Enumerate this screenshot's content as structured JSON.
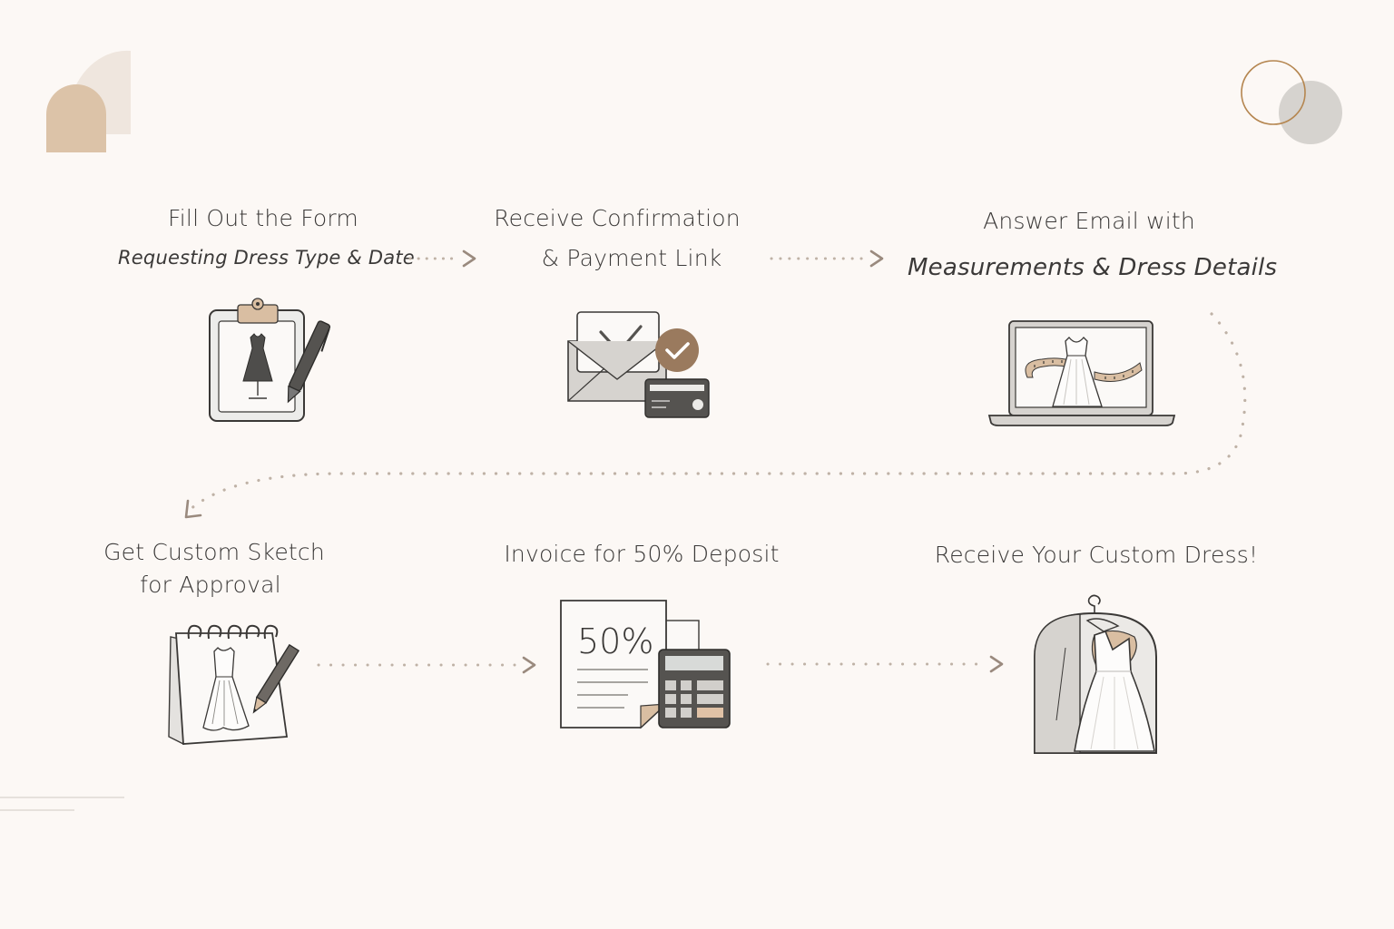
{
  "colors": {
    "background": "#fcf8f5",
    "accent_tan": "#dcc3a8",
    "accent_light": "#efe6de",
    "accent_brown": "#9a7a5e",
    "ring_gold": "#b58650",
    "circle_gray": "#d6d3cf",
    "dot_connector": "#bfb2a6",
    "icon_dark": "#555350",
    "icon_stroke": "#3a3836",
    "text": "#3b3938"
  },
  "steps": [
    {
      "id": 1,
      "title_line1": "Fill Out the Form",
      "title_line2": "Requesting Dress Type & Date",
      "icon": "clipboard-dress-pen-icon"
    },
    {
      "id": 2,
      "title_line1": "Receive Confirmation",
      "title_line2": "& Payment Link",
      "icon": "envelope-check-card-icon"
    },
    {
      "id": 3,
      "title_line1": "Answer Email with",
      "title_line2": "Measurements & Dress Details",
      "icon": "laptop-dress-measuring-tape-icon"
    },
    {
      "id": 4,
      "title_line1": "Get Custom Sketch",
      "title_line2": "for Approval",
      "icon": "sketchbook-dress-pencil-icon"
    },
    {
      "id": 5,
      "title_line1": "Invoice for 50% Deposit",
      "icon": "invoice-calculator-icon",
      "invoice_text": "50%"
    },
    {
      "id": 6,
      "title_line1": "Receive Your Custom Dress!",
      "icon": "garment-bag-dress-icon"
    }
  ],
  "connectors": [
    {
      "from": 1,
      "to": 2,
      "style": "dotted-arrow"
    },
    {
      "from": 2,
      "to": 3,
      "style": "dotted-arrow"
    },
    {
      "from": 3,
      "to": 4,
      "style": "dotted-curve-arrow"
    },
    {
      "from": 4,
      "to": 5,
      "style": "dotted-arrow"
    },
    {
      "from": 5,
      "to": 6,
      "style": "dotted-arrow"
    }
  ]
}
